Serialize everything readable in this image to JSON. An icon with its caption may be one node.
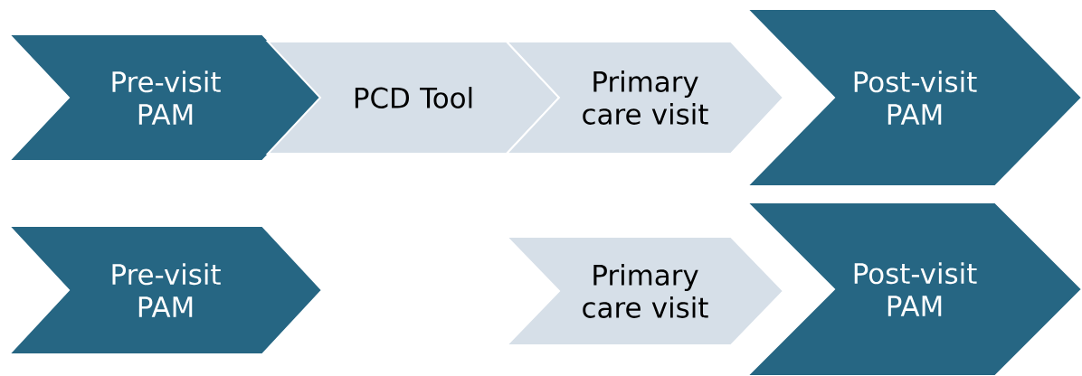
{
  "diagram": {
    "nodes": [
      {
        "text": [
          "Pre-visit PAM"
        ]
      },
      {
        "text": [
          "PCD Tool"
        ]
      },
      {
        "text": [
          "Primary care visit"
        ]
      },
      {
        "text": [
          "Post-visit PAM"
        ]
      },
      {
        "text": [
          "Pre-visit PAM"
        ]
      },
      {
        "text": [
          "Primary care visit"
        ]
      },
      {
        "text": [
          "Post-visit PAM"
        ]
      }
    ]
  }
}
